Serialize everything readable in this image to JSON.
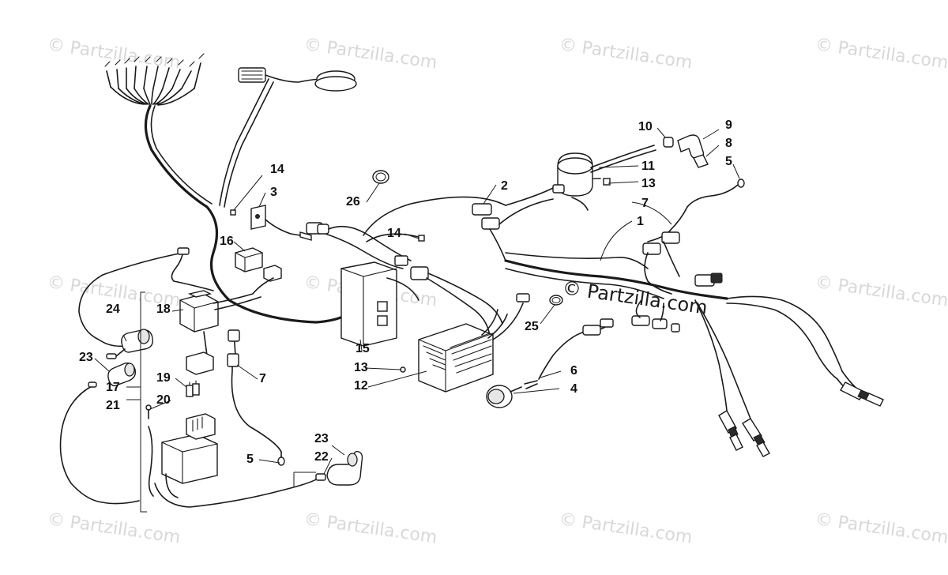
{
  "watermarks": {
    "text": "© Partzilla.com",
    "center_text": "© Partzilla.com"
  },
  "callouts": {
    "c1": "1",
    "c2": "2",
    "c3": "3",
    "c4": "4",
    "c5a": "5",
    "c5b": "5",
    "c6": "6",
    "c7a": "7",
    "c7b": "7",
    "c8": "8",
    "c9": "9",
    "c10": "10",
    "c11": "11",
    "c12": "12",
    "c13a": "13",
    "c13b": "13",
    "c14a": "14",
    "c14b": "14",
    "c15": "15",
    "c16": "16",
    "c17": "17",
    "c18": "18",
    "c19": "19",
    "c20": "20",
    "c21": "21",
    "c22": "22",
    "c23a": "23",
    "c23b": "23",
    "c24": "24",
    "c25": "25",
    "c26": "26"
  },
  "colors": {
    "line": "#1a1a1a",
    "watermark": "#d8d8d8",
    "background": "#ffffff"
  }
}
